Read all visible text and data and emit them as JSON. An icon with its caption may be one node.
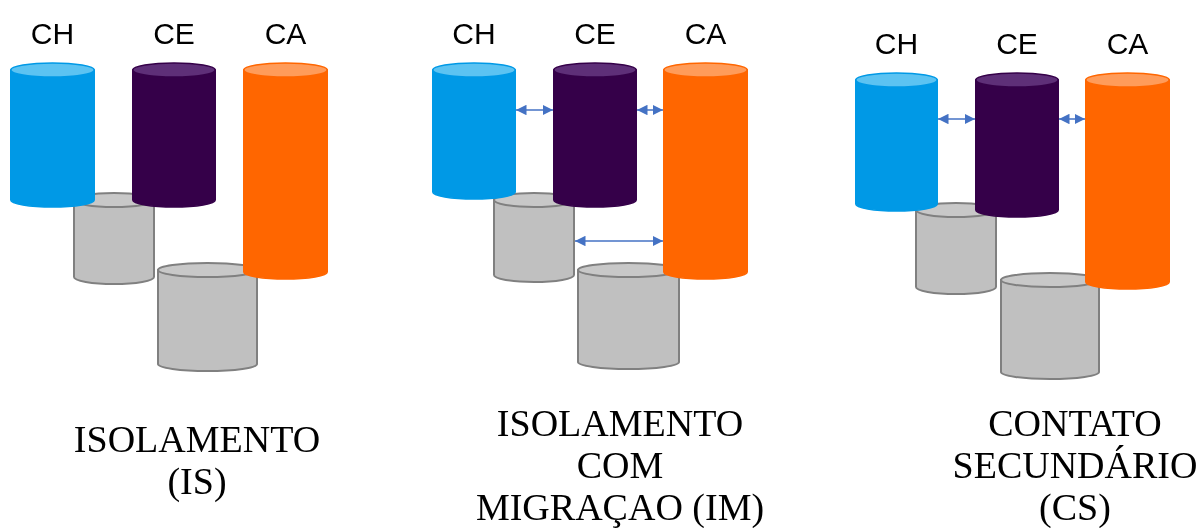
{
  "diagram": {
    "nodes": [
      {
        "text": [
          "CH"
        ]
      },
      {
        "text": [
          "CE"
        ]
      },
      {
        "text": [
          "CA"
        ]
      },
      {
        "text": [],
        "shape": "cylinder"
      },
      {
        "text": [],
        "shape": "cylinder"
      },
      {
        "text": [
          "CH"
        ]
      },
      {
        "text": [
          "CE"
        ]
      },
      {
        "text": [
          "CA"
        ]
      },
      {
        "text": [],
        "shape": "cylinder"
      },
      {
        "text": [],
        "shape": "cylinder"
      },
      {
        "text": [
          "CH"
        ]
      },
      {
        "text": [
          "CE"
        ]
      },
      {
        "text": [
          "CA"
        ]
      },
      {
        "text": [],
        "shape": "cylinder"
      },
      {
        "text": [],
        "shape": "cylinder"
      }
    ],
    "edges": [
      {
        "from": 5,
        "to": 6,
        "arrow": "both"
      },
      {
        "from": 6,
        "to": 7,
        "arrow": "both"
      },
      {
        "from": 8,
        "to": 7,
        "arrow": "both"
      },
      {
        "from": 10,
        "to": 11,
        "arrow": "both"
      },
      {
        "from": 11,
        "to": 12,
        "arrow": "both"
      }
    ],
    "labels": [
      "ISOLAMENTO (IS)",
      "ISOLAMENTO COM MIGRAÇAO (IM)",
      "CONTATO SECUNDÁRIO (CS)"
    ]
  }
}
